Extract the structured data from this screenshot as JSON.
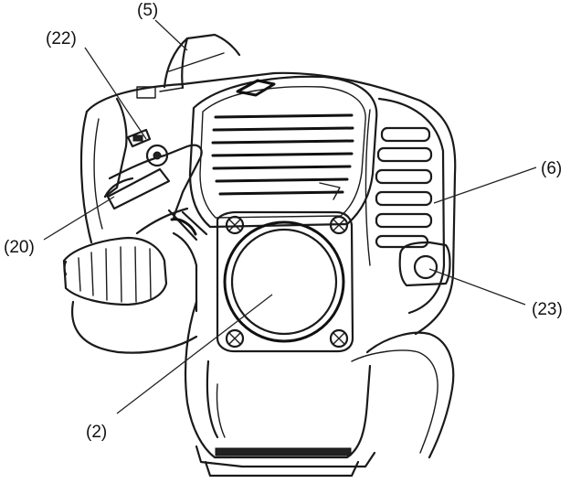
{
  "callouts": [
    {
      "id": "5",
      "label": "(5)"
    },
    {
      "id": "22",
      "label": "(22)"
    },
    {
      "id": "6",
      "label": "(6)"
    },
    {
      "id": "20",
      "label": "(20)"
    },
    {
      "id": "23",
      "label": "(23)"
    },
    {
      "id": "2",
      "label": "(2)"
    }
  ]
}
